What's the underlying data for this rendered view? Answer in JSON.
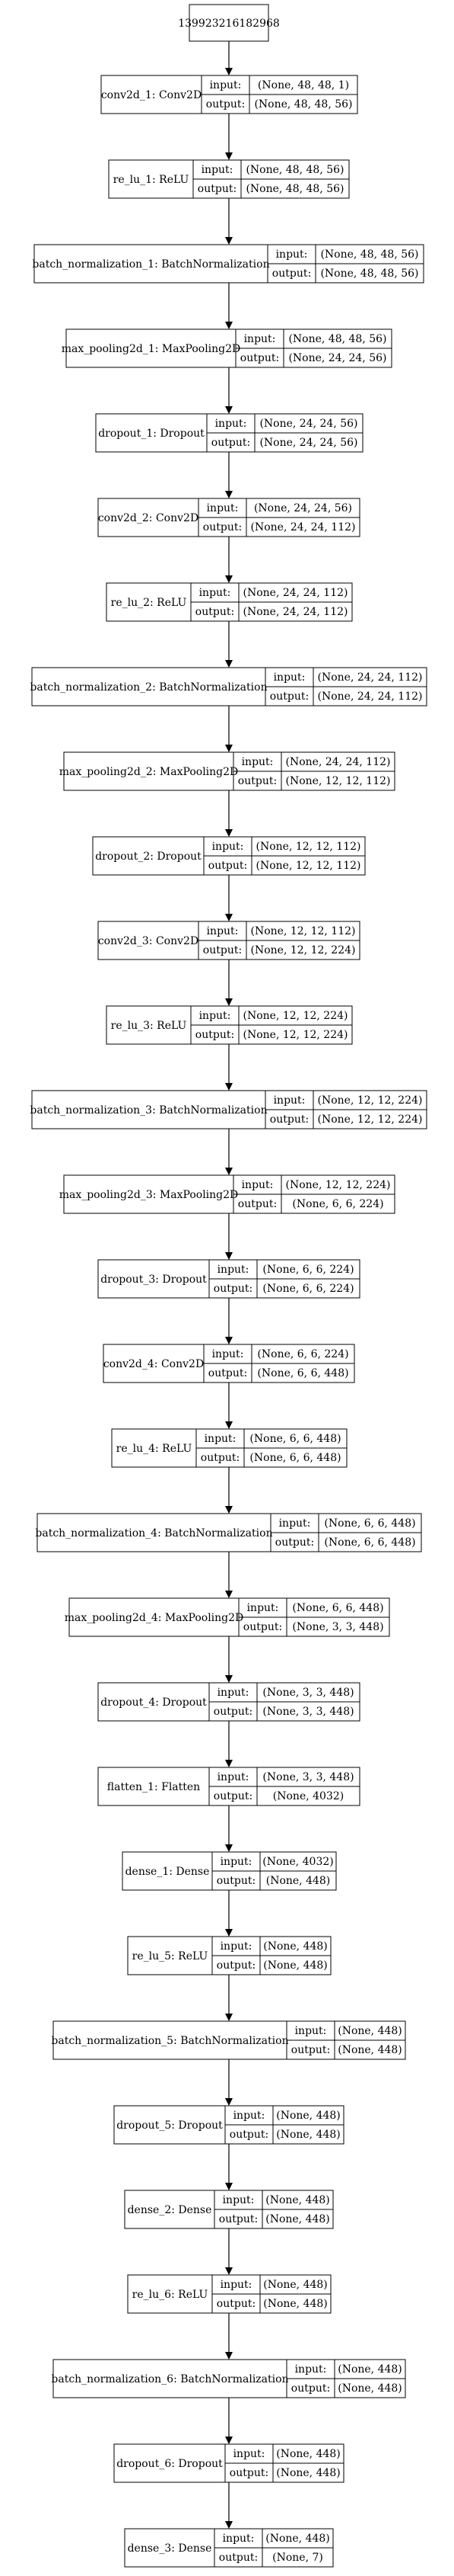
{
  "root_node": "139923216182968",
  "port_labels": {
    "input": "input:",
    "output": "output:"
  },
  "layers": [
    {
      "name": "conv2d_1: Conv2D",
      "input": "(None, 48, 48, 1)",
      "output": "(None, 48, 48, 56)"
    },
    {
      "name": "re_lu_1: ReLU",
      "input": "(None, 48, 48, 56)",
      "output": "(None, 48, 48, 56)"
    },
    {
      "name": "batch_normalization_1: BatchNormalization",
      "input": "(None, 48, 48, 56)",
      "output": "(None, 48, 48, 56)"
    },
    {
      "name": "max_pooling2d_1: MaxPooling2D",
      "input": "(None, 48, 48, 56)",
      "output": "(None, 24, 24, 56)"
    },
    {
      "name": "dropout_1: Dropout",
      "input": "(None, 24, 24, 56)",
      "output": "(None, 24, 24, 56)"
    },
    {
      "name": "conv2d_2: Conv2D",
      "input": "(None, 24, 24, 56)",
      "output": "(None, 24, 24, 112)"
    },
    {
      "name": "re_lu_2: ReLU",
      "input": "(None, 24, 24, 112)",
      "output": "(None, 24, 24, 112)"
    },
    {
      "name": "batch_normalization_2: BatchNormalization",
      "input": "(None, 24, 24, 112)",
      "output": "(None, 24, 24, 112)"
    },
    {
      "name": "max_pooling2d_2: MaxPooling2D",
      "input": "(None, 24, 24, 112)",
      "output": "(None, 12, 12, 112)"
    },
    {
      "name": "dropout_2: Dropout",
      "input": "(None, 12, 12, 112)",
      "output": "(None, 12, 12, 112)"
    },
    {
      "name": "conv2d_3: Conv2D",
      "input": "(None, 12, 12, 112)",
      "output": "(None, 12, 12, 224)"
    },
    {
      "name": "re_lu_3: ReLU",
      "input": "(None, 12, 12, 224)",
      "output": "(None, 12, 12, 224)"
    },
    {
      "name": "batch_normalization_3: BatchNormalization",
      "input": "(None, 12, 12, 224)",
      "output": "(None, 12, 12, 224)"
    },
    {
      "name": "max_pooling2d_3: MaxPooling2D",
      "input": "(None, 12, 12, 224)",
      "output": "(None, 6, 6, 224)"
    },
    {
      "name": "dropout_3: Dropout",
      "input": "(None, 6, 6, 224)",
      "output": "(None, 6, 6, 224)"
    },
    {
      "name": "conv2d_4: Conv2D",
      "input": "(None, 6, 6, 224)",
      "output": "(None, 6, 6, 448)"
    },
    {
      "name": "re_lu_4: ReLU",
      "input": "(None, 6, 6, 448)",
      "output": "(None, 6, 6, 448)"
    },
    {
      "name": "batch_normalization_4: BatchNormalization",
      "input": "(None, 6, 6, 448)",
      "output": "(None, 6, 6, 448)"
    },
    {
      "name": "max_pooling2d_4: MaxPooling2D",
      "input": "(None, 6, 6, 448)",
      "output": "(None, 3, 3, 448)"
    },
    {
      "name": "dropout_4: Dropout",
      "input": "(None, 3, 3, 448)",
      "output": "(None, 3, 3, 448)"
    },
    {
      "name": "flatten_1: Flatten",
      "input": "(None, 3, 3, 448)",
      "output": "(None, 4032)"
    },
    {
      "name": "dense_1: Dense",
      "input": "(None, 4032)",
      "output": "(None, 448)"
    },
    {
      "name": "re_lu_5: ReLU",
      "input": "(None, 448)",
      "output": "(None, 448)"
    },
    {
      "name": "batch_normalization_5: BatchNormalization",
      "input": "(None, 448)",
      "output": "(None, 448)"
    },
    {
      "name": "dropout_5: Dropout",
      "input": "(None, 448)",
      "output": "(None, 448)"
    },
    {
      "name": "dense_2: Dense",
      "input": "(None, 448)",
      "output": "(None, 448)"
    },
    {
      "name": "re_lu_6: ReLU",
      "input": "(None, 448)",
      "output": "(None, 448)"
    },
    {
      "name": "batch_normalization_6: BatchNormalization",
      "input": "(None, 448)",
      "output": "(None, 448)"
    },
    {
      "name": "dropout_6: Dropout",
      "input": "(None, 448)",
      "output": "(None, 448)"
    },
    {
      "name": "dense_3: Dense",
      "input": "(None, 448)",
      "output": "(None, 7)"
    }
  ]
}
